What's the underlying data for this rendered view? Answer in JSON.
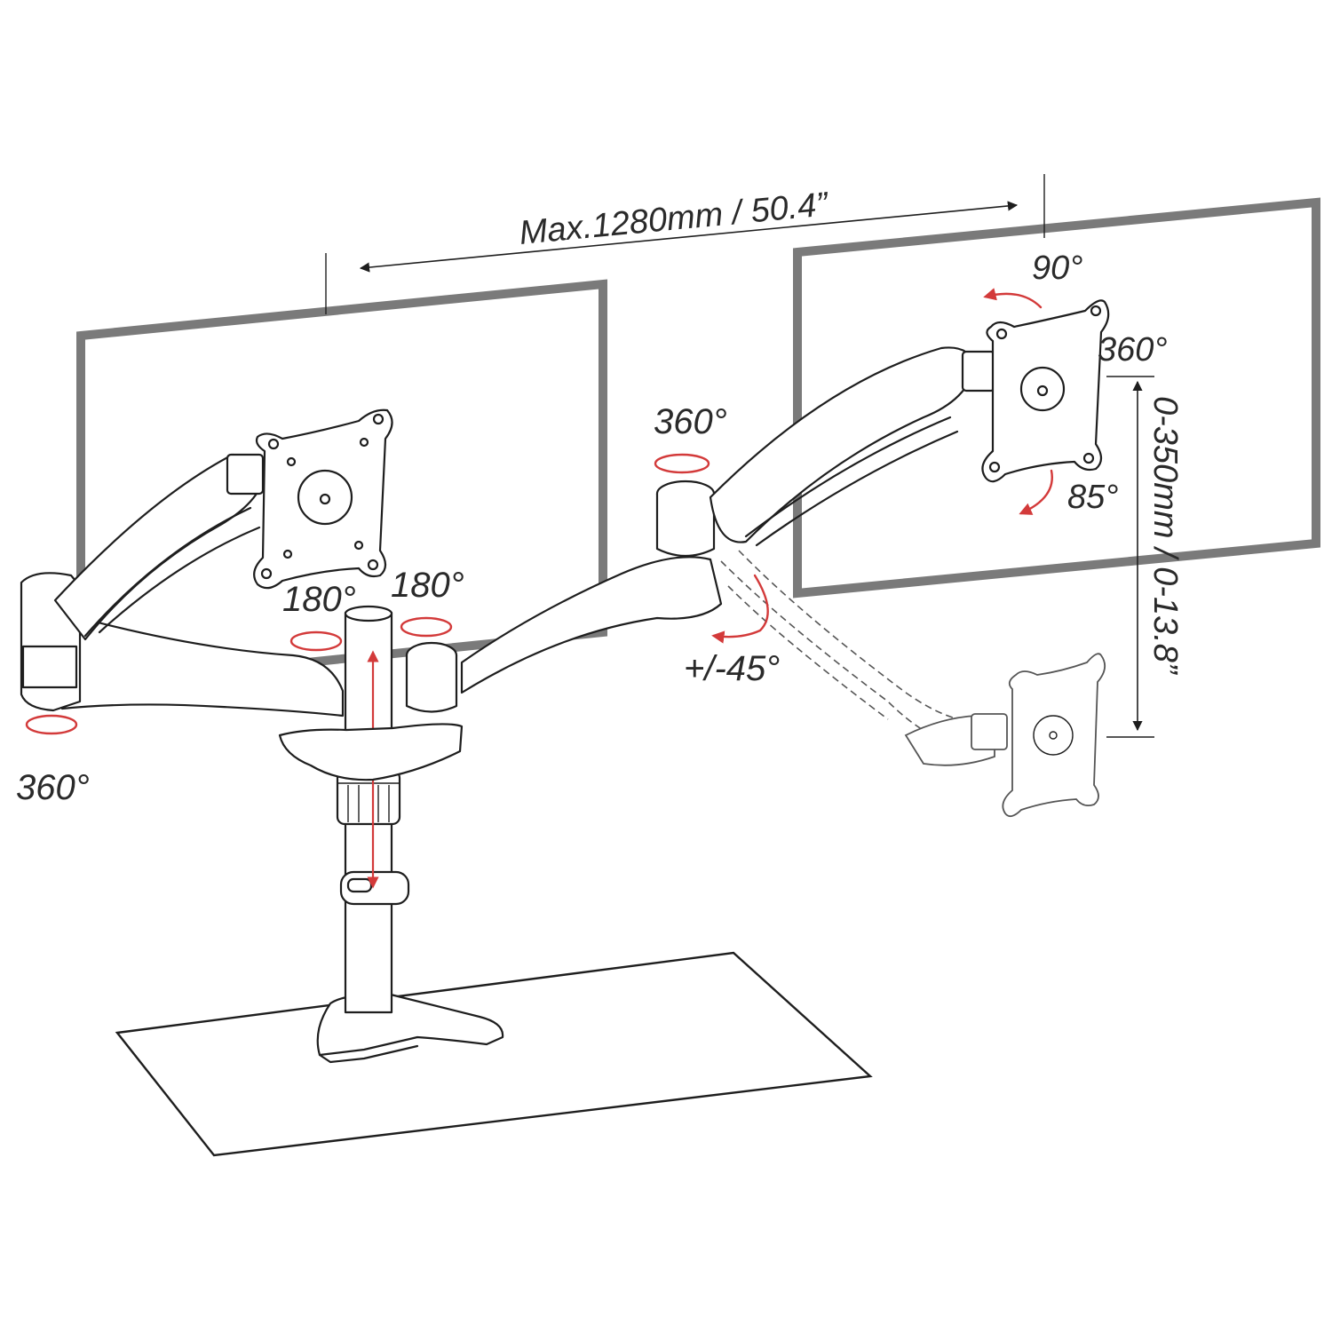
{
  "diagram": {
    "accent_color": "#d33a3a",
    "line_color": "#1e1e1e",
    "monitor_edge_color": "#7a7a7a",
    "labels": {
      "max_span": "Max.1280mm / 50.4”",
      "tilt_up": "90°",
      "rotate_head": "360°",
      "tilt_down": "85°",
      "height_range": "0-350mm / 0-13.8”",
      "arm_joint_swivel": "360°",
      "pole_swivel_left": "180°",
      "pole_swivel_right": "180°",
      "left_end_swivel": "360°",
      "arm_tilt": "+/-45°"
    },
    "icons": [
      "rotation-arrow-icon",
      "dimension-arrow-icon",
      "vesa-plate-icon"
    ]
  }
}
